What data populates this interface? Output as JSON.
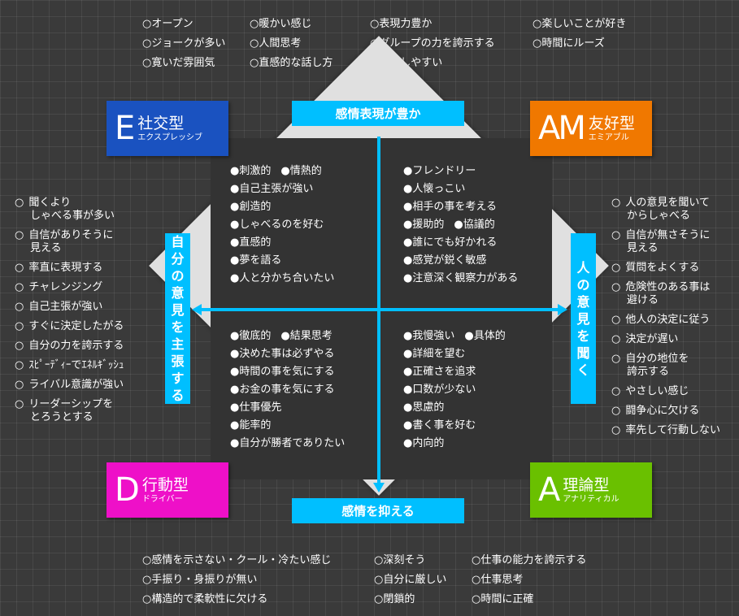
{
  "top_traits": [
    [
      "オープン",
      "ジョークが多い",
      "寛いだ雰囲気"
    ],
    [
      "暖かい感じ",
      "人間思考",
      "直感的な話し方"
    ],
    [
      "表現力豊か",
      "グループの力を誇示する",
      "熱中しやすい"
    ],
    [
      "楽しいことが好き",
      "時間にルーズ"
    ]
  ],
  "bottom_traits": [
    [
      "感情を示さない・クール・冷たい感じ",
      "手振り・身振りが無い",
      "構造的で柔軟性に欠ける"
    ],
    [
      "深刻そう",
      "自分に厳しい",
      "閉鎖的"
    ],
    [
      "仕事の能力を誇示する",
      "仕事思考",
      "時間に正確"
    ]
  ],
  "left_traits": [
    "聞くより\nしゃべる事が多い",
    "自信がありそうに\n見える",
    "率直に表現する",
    "チャレンジング",
    "自己主張が強い",
    "すぐに決定したがる",
    "自分の力を誇示する",
    "ｽﾋﾟｰﾃﾞｨｰでｴﾈﾙｷﾞｯｼｭ",
    "ライバル意識が強い",
    "リーダーシップを\nとろうとする"
  ],
  "right_traits": [
    "人の意見を聞いて\nからしゃべる",
    "自信が無さそうに\n見える",
    "質問をよくする",
    "危険性のある事は\n避ける",
    "他人の決定に従う",
    "決定が遅い",
    "自分の地位を\n誇示する",
    "やさしい感じ",
    "闘争心に欠ける",
    "率先して行動しない"
  ],
  "banners": {
    "top": "感情表現が豊か",
    "bottom": "感情を抑える",
    "left": "自分の意見を主張する",
    "right": "人の意見を聞く"
  },
  "types": {
    "expressive": {
      "letter": "E",
      "name": "社交型",
      "kana": "エクスプレッシブ",
      "color": "#1a52c0"
    },
    "amiable": {
      "letter": "AM",
      "name": "友好型",
      "kana": "エミアブル",
      "color": "#f07800"
    },
    "driver": {
      "letter": "D",
      "name": "行動型",
      "kana": "ドライバー",
      "color": "#ee10c8"
    },
    "analytical": {
      "letter": "A",
      "name": "理論型",
      "kana": "アナリティカル",
      "color": "#6ac000"
    }
  },
  "quadrants": {
    "top_left": [
      [
        "刺激的",
        "情熱的"
      ],
      [
        "自己主張が強い"
      ],
      [
        "創造的"
      ],
      [
        "しゃべるのを好む"
      ],
      [
        "直感的"
      ],
      [
        "夢を語る"
      ],
      [
        "人と分かち合いたい"
      ]
    ],
    "top_right": [
      [
        "フレンドリー"
      ],
      [
        "人懐っこい"
      ],
      [
        "相手の事を考える"
      ],
      [
        "援助的",
        "協議的"
      ],
      [
        "誰にでも好かれる"
      ],
      [
        "感覚が鋭く敏感"
      ],
      [
        "注意深く観察力がある"
      ]
    ],
    "bottom_left": [
      [
        "徹底的",
        "結果思考"
      ],
      [
        "決めた事は必ずやる"
      ],
      [
        "時間の事を気にする"
      ],
      [
        "お金の事を気にする"
      ],
      [
        "仕事優先"
      ],
      [
        "能率的"
      ],
      [
        "自分が勝者でありたい"
      ]
    ],
    "bottom_right": [
      [
        "我慢強い",
        "具体的"
      ],
      [
        "詳細を望む"
      ],
      [
        "正確さを追求"
      ],
      [
        "口数が少ない"
      ],
      [
        "思慮的"
      ],
      [
        "書く事を好む"
      ],
      [
        "内向的"
      ]
    ]
  },
  "colors": {
    "accent": "#00bfff",
    "panel": "#333333",
    "diamond": "#e0e0e0"
  }
}
